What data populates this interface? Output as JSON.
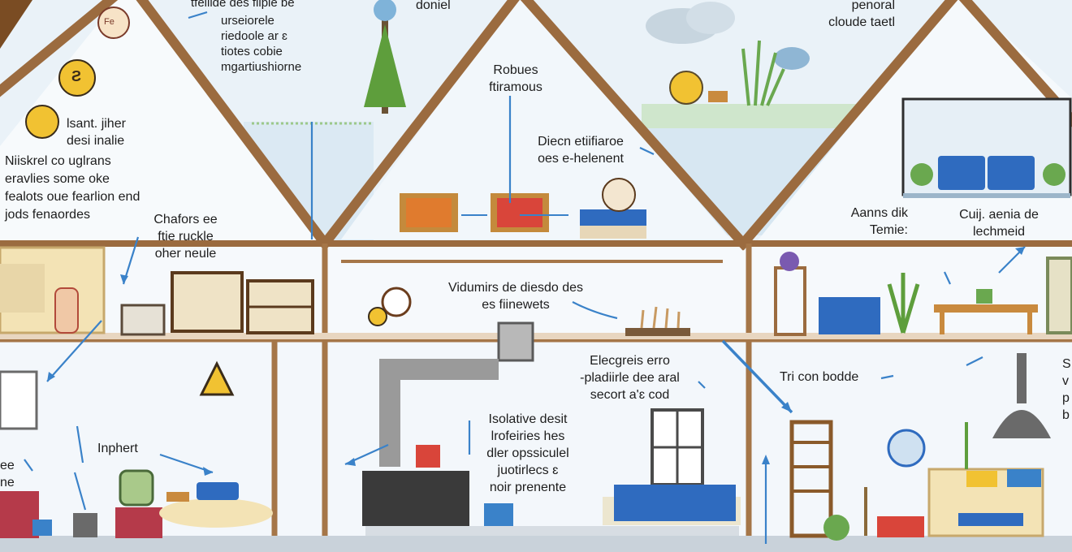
{
  "labels": {
    "top_left_a": "tfeliide des fiipie be",
    "top_left_b": "urseiorele\nriedoole ar ɛ\ntiotes cobie\nmgartiushiorne",
    "top_center": "doniel",
    "top_right": "penoral\ncloude taetl",
    "robues": "Robues\nftiramous",
    "direct": "Diecn etiifiaroe\noes e-helenent",
    "icon_fe": "Fe",
    "icon_bag": "Ƨ",
    "leant": "lsant. jiher\ndesi inalie",
    "miskrel": "Niiskrel co uglrans\neravlies some oke\nfealots oue fearlion end\njods fenaordes",
    "chafors": "Chafors ee\nftie ruckle\noher neule",
    "aanns": "Aanns dik\nTemie:",
    "cuij": "Cuij. aenia de\nlechmeid",
    "vidumirs": "Vidumirs de diesdo des\nes fiinewets",
    "elecgreis": "Elecgreis erro\n-pladiirle dee aral\nsecort a'ɛ cod",
    "tri": "Tri con bodde",
    "isolative": "Isolative desit\nlrofeiries hes\ndler opssiculel\njuotirlecs ɛ\nnoir prenente",
    "inphert": "Inphert",
    "ee": "ee\nne",
    "right_edge": "S\nv\np\nb"
  },
  "colors": {
    "frame": "#9b6b3f",
    "sky": "#e9f2f9",
    "wall": "#f4f8fb",
    "floor": "#b9c3cc",
    "blue_arrow": "#3a82c9",
    "sofa_blue": "#2f6bbf",
    "green": "#6aa84f",
    "orange": "#e07b2e",
    "red": "#d9453a",
    "yellow": "#f1c232"
  },
  "icons": [
    "info-circle-icon",
    "warning-triangle-icon",
    "lightbulb-icon",
    "coin-icon",
    "tree-icon",
    "cloud-icon",
    "sun-icon",
    "plant-icon",
    "lamp-icon"
  ]
}
